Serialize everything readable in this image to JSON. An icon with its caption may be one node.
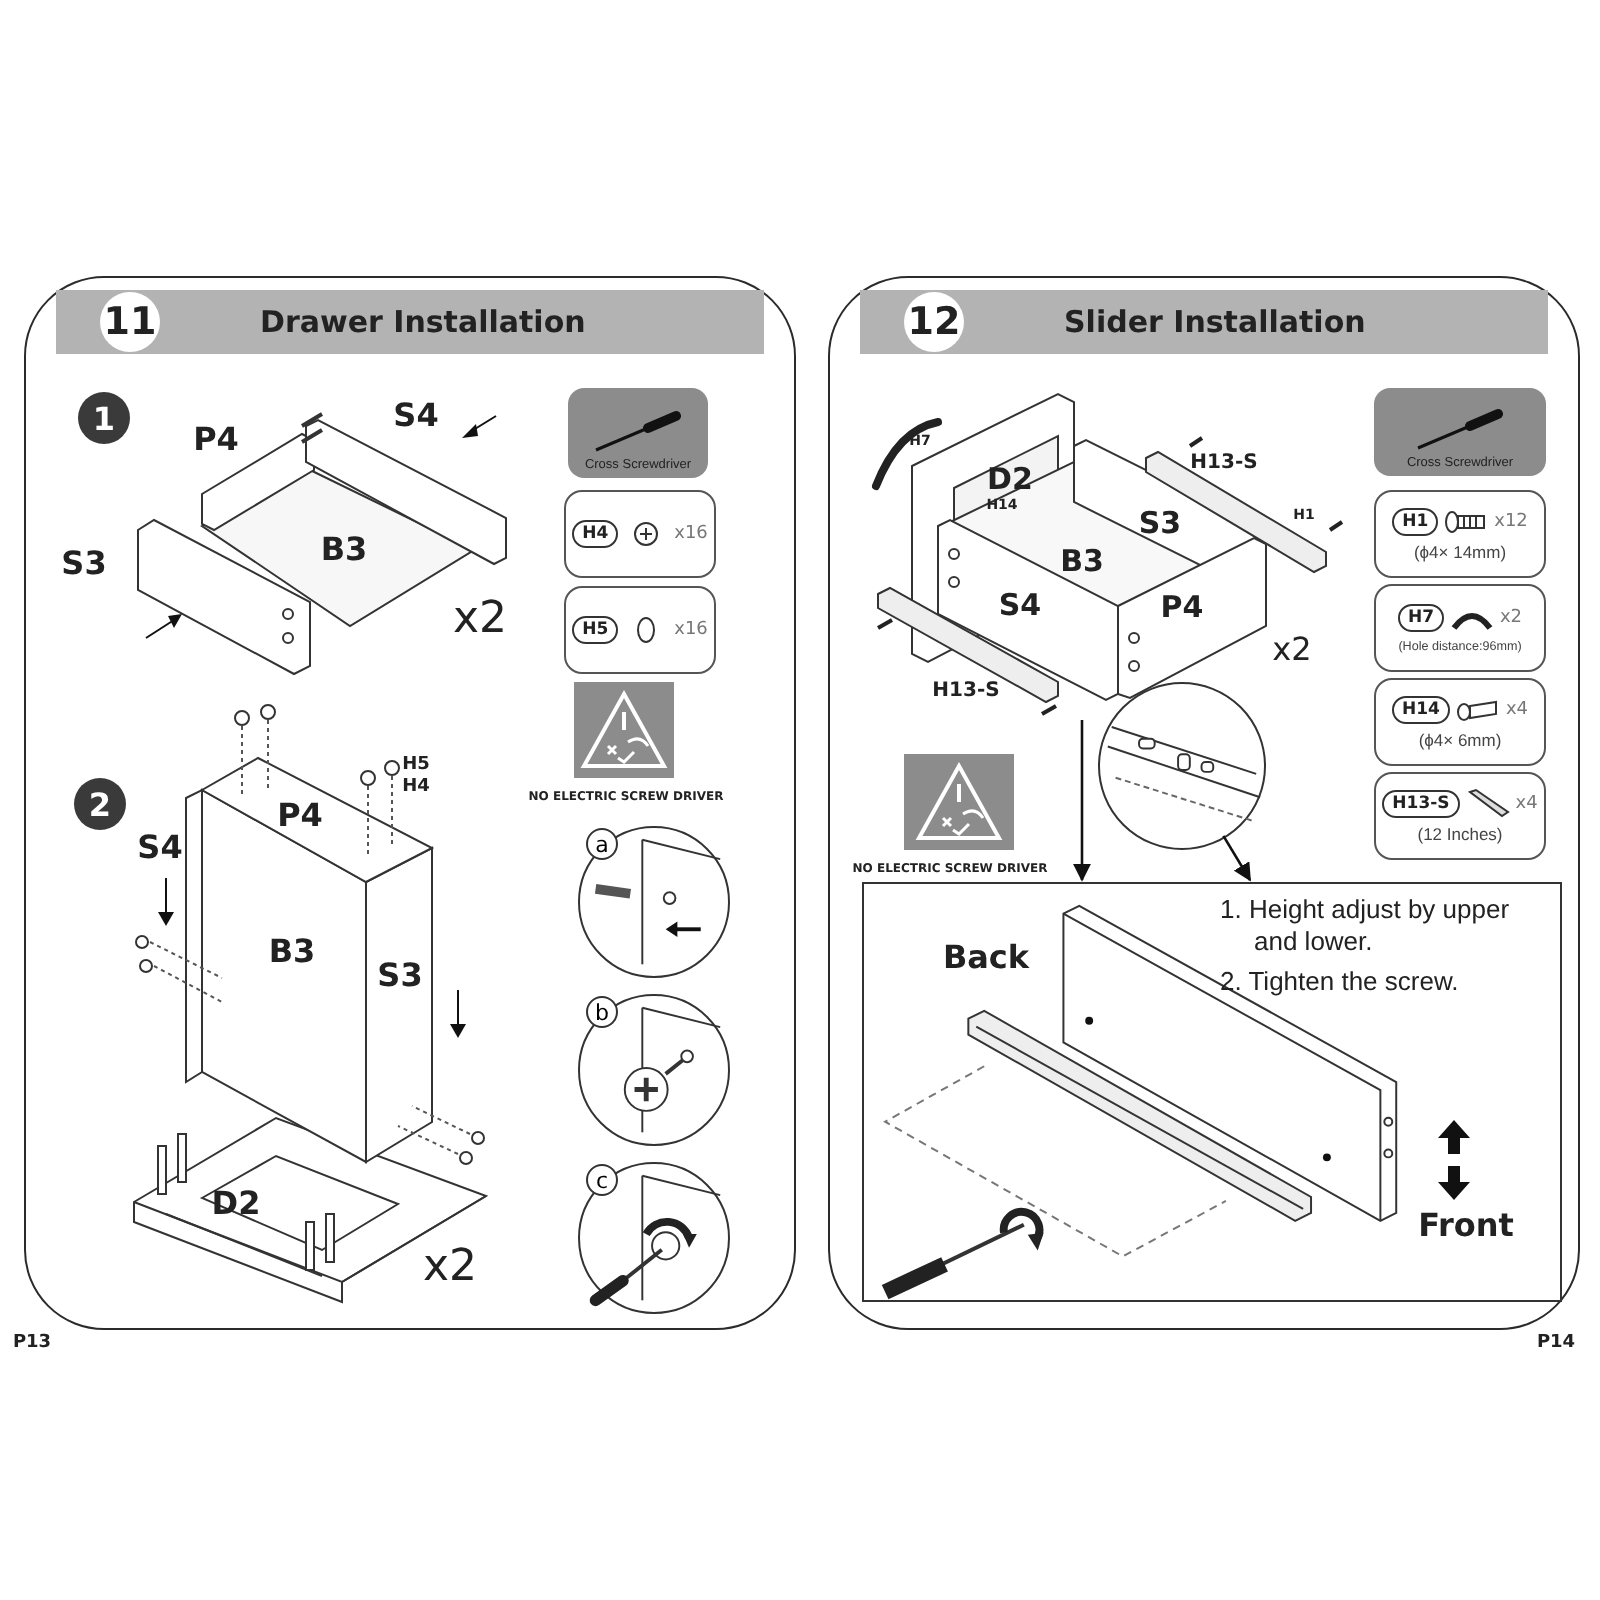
{
  "diagram": {
    "nodes": [
      {
        "text": [
          "11",
          "Drawer Installation"
        ]
      },
      {
        "text": [
          "1"
        ],
        "in": 0
      },
      {
        "text": [],
        "shape": "picture",
        "in": 0
      },
      {
        "text": [
          "Cross Screwdriver"
        ],
        "in": 0
      },
      {
        "text": [
          "H4",
          "x16"
        ],
        "in": 0
      },
      {
        "text": [
          "H5",
          "x16"
        ],
        "in": 0
      },
      {
        "text": [],
        "shape": "picture",
        "in": 0,
        "beside": [
          "NO ELECTRIC SCREW DRIVER"
        ]
      },
      {
        "text": [
          "2"
        ],
        "in": 0
      },
      {
        "text": [],
        "shape": "picture",
        "in": 0
      },
      {
        "text": [
          "a"
        ],
        "in": 0
      },
      {
        "text": [
          "b"
        ],
        "in": 0
      },
      {
        "text": [
          "c"
        ],
        "in": 0
      },
      {
        "text": [
          "12",
          "Slider Installation"
        ]
      },
      {
        "text": [],
        "shape": "picture",
        "in": 12
      },
      {
        "text": [
          "Cross Screwdriver"
        ],
        "in": 12
      },
      {
        "text": [
          "H1",
          "x12",
          "(ϕ4× 14mm)"
        ],
        "in": 12
      },
      {
        "text": [
          "H7",
          "x2",
          "(Hole distance:96mm)"
        ],
        "in": 12
      },
      {
        "text": [
          "H14",
          "x4",
          "(ϕ4× 6mm)"
        ],
        "in": 12
      },
      {
        "text": [
          "H13-S",
          "x4",
          "(12 Inches)"
        ],
        "in": 12
      },
      {
        "text": [],
        "shape": "picture",
        "in": 12,
        "beside": [
          "NO ELECTRIC SCREW DRIVER"
        ]
      },
      {
        "text": [],
        "shape": "picture",
        "in": 12
      },
      {
        "text": [
          "1. Height adjust by upper and lower.",
          "2. Tighten the screw."
        ],
        "in": 12
      }
    ],
    "edges": [
      {
        "from": 20,
        "to": 21,
        "arrow": "to"
      },
      {
        "from": 13,
        "to": 21,
        "arrow": "to"
      }
    ],
    "labels": [
      "P4",
      "S4",
      "S3",
      "B3",
      "x2",
      "H5",
      "H4",
      "P4",
      "S4",
      "B3",
      "S3",
      "D2",
      "x2",
      "H7",
      "D2",
      "H14",
      "H13-S",
      "S3",
      "H1",
      "B3",
      "S4",
      "P4",
      "x2",
      "H13-S",
      "Back",
      "Front",
      "P13",
      "P14"
    ]
  }
}
